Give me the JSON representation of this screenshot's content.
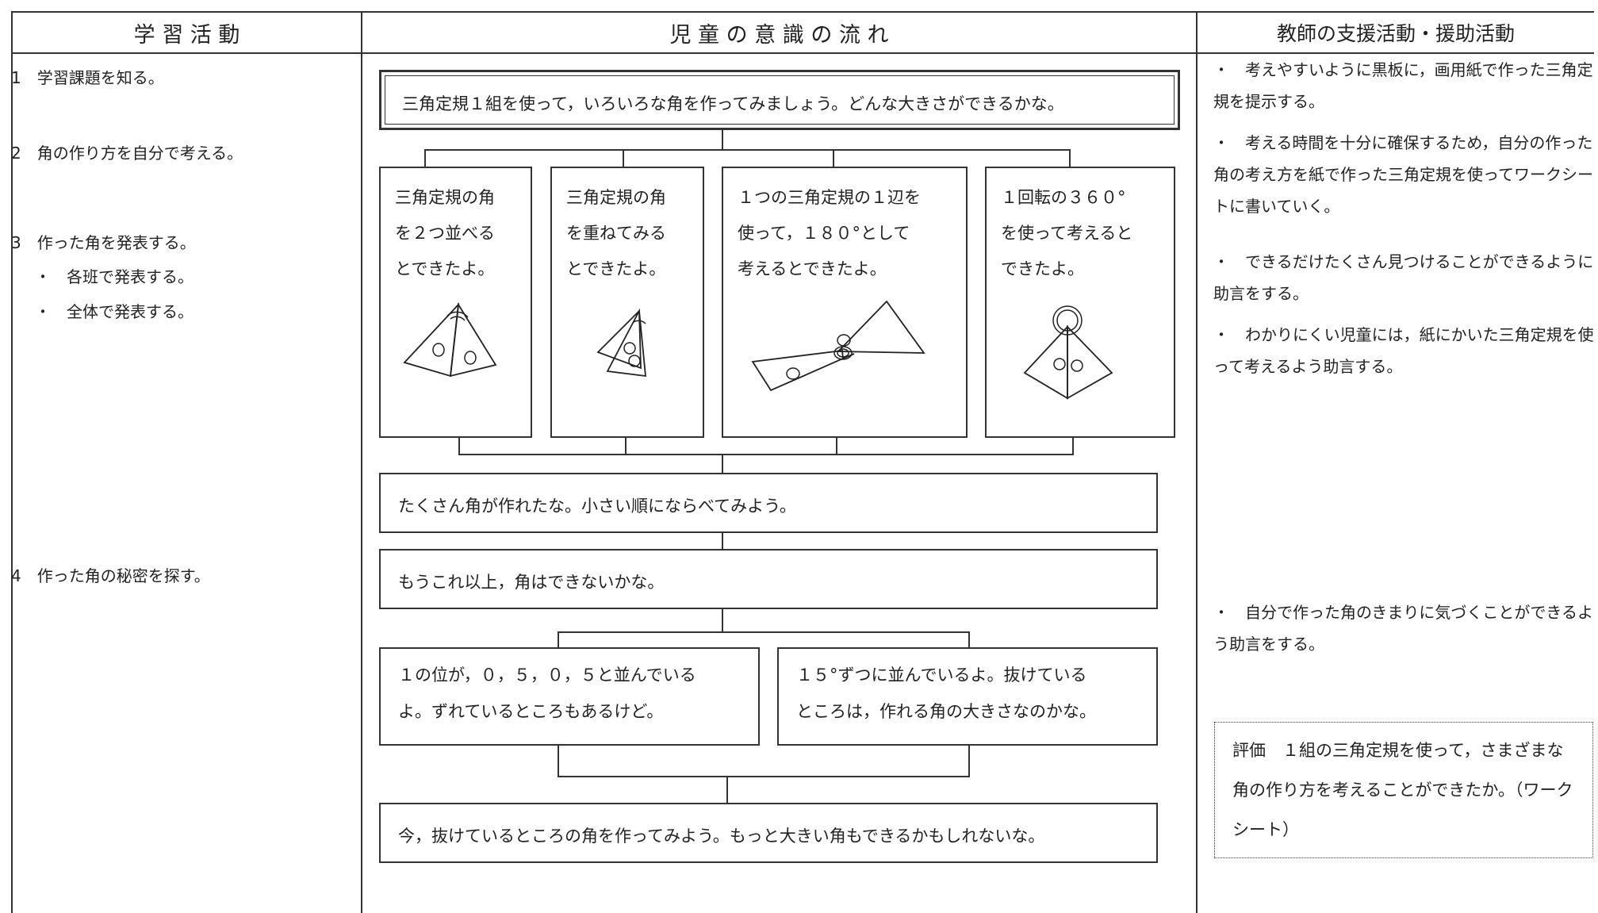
{
  "header": {
    "col1": "学 習 活 動",
    "col2": "児 童 の 意 識 の 流 れ",
    "col3": "教師の支援活動・援助活動"
  },
  "left_items": [
    "1　学習課題を知る。",
    "2　角の作り方を自分で考える。",
    "3　作った角を発表する。",
    "・　各班で発表する。",
    "・　全体で発表する。",
    "4　作った角の秘密を探す。"
  ],
  "flow": {
    "task": "三角定規１組を使って，いろいろな角を作ってみましょう。どんな大きさができるかな。",
    "cards": [
      {
        "text": "三角定規の角\nを２つ並べる\nとできたよ。",
        "figure": "two-triangles-side-by-side"
      },
      {
        "text": "三角定規の角\nを重ねてみる\nとできたよ。",
        "figure": "two-triangles-overlapped"
      },
      {
        "text": "１つの三角定規の１辺を\n使って，１８０°として\n考えるとできたよ。",
        "figure": "straight-angle-triangles"
      },
      {
        "text": "１回転の３６０°\nを使って考えると\nできたよ。",
        "figure": "full-turn-triangles"
      }
    ],
    "many": "たくさん角が作れたな。小さい順にならべてみよう。",
    "more": "もうこれ以上，角はできないかな。",
    "find_a": "１の位が，０，５，０，５と並んでいる\nよ。ずれているところもあるけど。",
    "find_b": "１５°ずつに並んでいるよ。抜けている\nところは，作れる角の大きさなのかな。",
    "final": "今，抜けているところの角を作ってみよう。もっと大きい角もできるかもしれないな。"
  },
  "support": {
    "items": [
      "・　考えやすいように黒板に，画用紙で作った三角定規を提示する。",
      "・　考える時間を十分に確保するため，自分の作った角の考え方を紙で作った三角定規を使ってワークシートに書いていく。",
      "・　できるだけたくさん見つけることができるように助言をする。",
      "・　わかりにくい児童には，紙にかいた三角定規を使って考えるよう助言する。"
    ],
    "item5": "・　自分で作った角のきまりに気づくことができるよう助言をする。",
    "evaluation": "評価　１組の三角定規を使って，さまざまな角の作り方を考えることができたか。（ワークシート）"
  }
}
